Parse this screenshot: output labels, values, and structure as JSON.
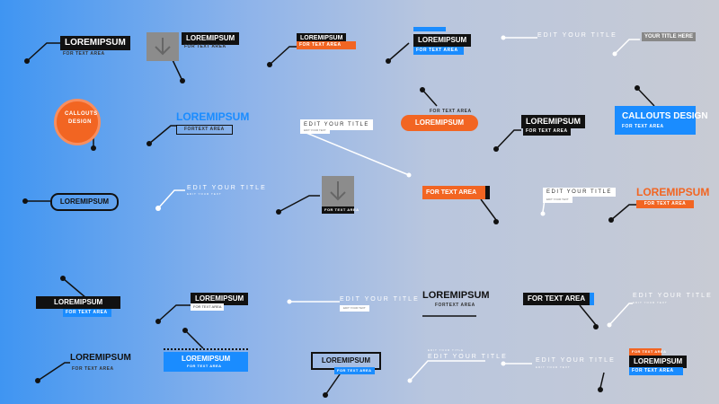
{
  "labels": {
    "lorem": "LOREMIPSUM",
    "for_text_area": "FOR TEXT AREA",
    "fortext_area": "FORTEXT AREA",
    "edit_title": "EDIT YOUR TITLE",
    "your_title_here": "YOUR TITLE HERE",
    "callouts_design": "CALLOUTS DESIGN",
    "callouts": "CALLOUTS",
    "design": "DESIGN",
    "your_text": "EDIT YOUR TEXT"
  },
  "colors": {
    "orange": "#f26522",
    "blue": "#1a8cff",
    "black": "#111111",
    "white": "#ffffff"
  },
  "icons": [
    "download-arrow-icon",
    "download-arrow-icon"
  ]
}
